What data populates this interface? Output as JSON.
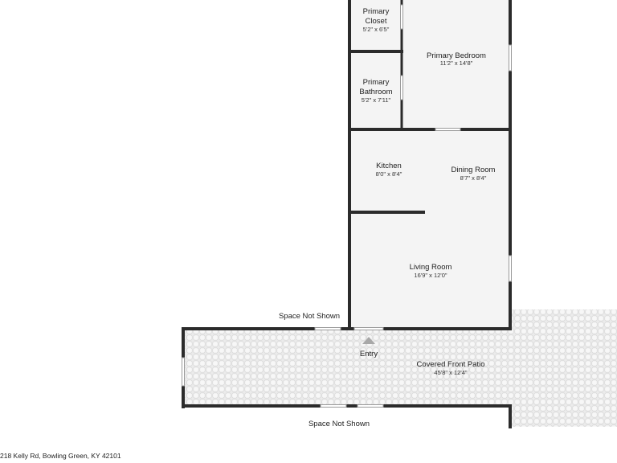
{
  "rooms": {
    "primary_closet": {
      "name_line1": "Primary",
      "name_line2": "Closet",
      "dims": "5'2\" x 6'5\""
    },
    "primary_bedroom": {
      "name": "Primary Bedroom",
      "dims": "11'2\" x 14'8\""
    },
    "primary_bathroom": {
      "name_line1": "Primary",
      "name_line2": "Bathroom",
      "dims": "5'2\" x 7'11\""
    },
    "kitchen": {
      "name": "Kitchen",
      "dims": "8'0\" x 8'4\""
    },
    "dining_room": {
      "name": "Dining Room",
      "dims": "8'7\" x 8'4\""
    },
    "living_room": {
      "name": "Living Room",
      "dims": "16'9\" x 12'0\""
    },
    "covered_front_patio": {
      "name": "Covered Front Patio",
      "dims": "45'8\" x 12'4\""
    }
  },
  "labels": {
    "space_not_shown_top": "Space Not Shown",
    "space_not_shown_bottom": "Space Not Shown",
    "entry": "Entry"
  },
  "address": "218 Kelly Rd, Bowling Green, KY 42101",
  "colors": {
    "wall": "#2b2b2b",
    "floor": "#f4f4f4",
    "patio": "#e9e9e9",
    "entry_marker": "#a8a8a8"
  }
}
